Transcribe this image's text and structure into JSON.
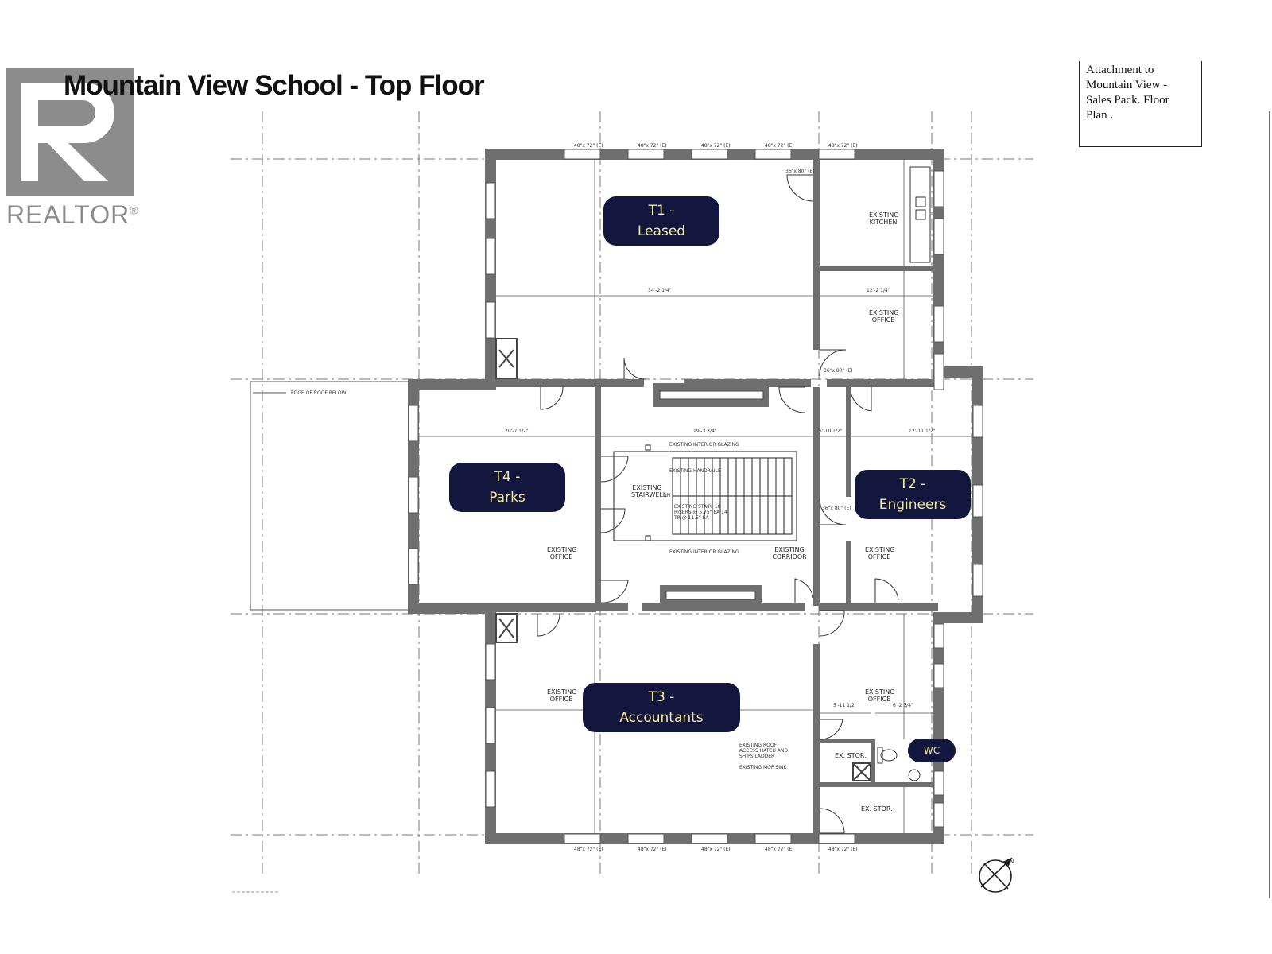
{
  "header": {
    "title": "Mountain View School - Top Floor",
    "logo_text": "REALTOR"
  },
  "note": {
    "line1": "Attachment to",
    "line2": "Mountain View -",
    "line3": "Sales Pack.  Floor",
    "line4": "Plan ."
  },
  "tenants": [
    {
      "line1": "T1 -",
      "line2": "Leased"
    },
    {
      "line1": "T4 -",
      "line2": "Parks"
    },
    {
      "line1": "T2 -",
      "line2": "Engineers"
    },
    {
      "line1": "T3 -",
      "line2": "Accountants"
    },
    {
      "line1": "WC",
      "line2": ""
    }
  ],
  "rooms": {
    "kitchen": "EXISTING KITCHEN",
    "office_top_right": "EXISTING OFFICE",
    "office_left": "EXISTING OFFICE",
    "stairwell": "EXISTING STAIRWELL",
    "corridor": "EXISTING CORRIDOR",
    "office_right": "EXISTING OFFICE",
    "office_bottom_left": "EXISTING OFFICE",
    "office_bottom_right": "EXISTING OFFICE",
    "ex_stor_1": "EX. STOR.",
    "ex_stor_2": "EX. STOR."
  },
  "notes_small": {
    "edge_roof": "EDGE OF ROOF BELOW",
    "glazing_top": "EXISTING INTERIOR GLAZING",
    "handrails": "EXISTING HANDRAILS",
    "stair": "EXISTING STAIR, 10 RISERS @ 5.75\" EA 14 TR @ 11.5\" EA",
    "glazing_bottom": "EXISTING INTERIOR GLAZING",
    "roof_hatch": "EXISTING ROOF ACCESS HATCH AND SHIPS LADDER",
    "mop_sink": "EXISTING MOP SINK",
    "dn": "DN"
  },
  "dimensions": {
    "d1": "34'-2 1/4\"",
    "d2": "12'-2 1/4\"",
    "d3": "20'-7 1/2\"",
    "d4": "19'-3 3/4\"",
    "d5": "5'-10 1/2\"",
    "d6": "12'-11 1/2\"",
    "d7": "5'-11 1/2\"",
    "d8": "6'-2 3/4\"",
    "window_top": "48\"x 72\" (E)",
    "door": "36\"x 80\" (E)"
  },
  "compass": "N"
}
